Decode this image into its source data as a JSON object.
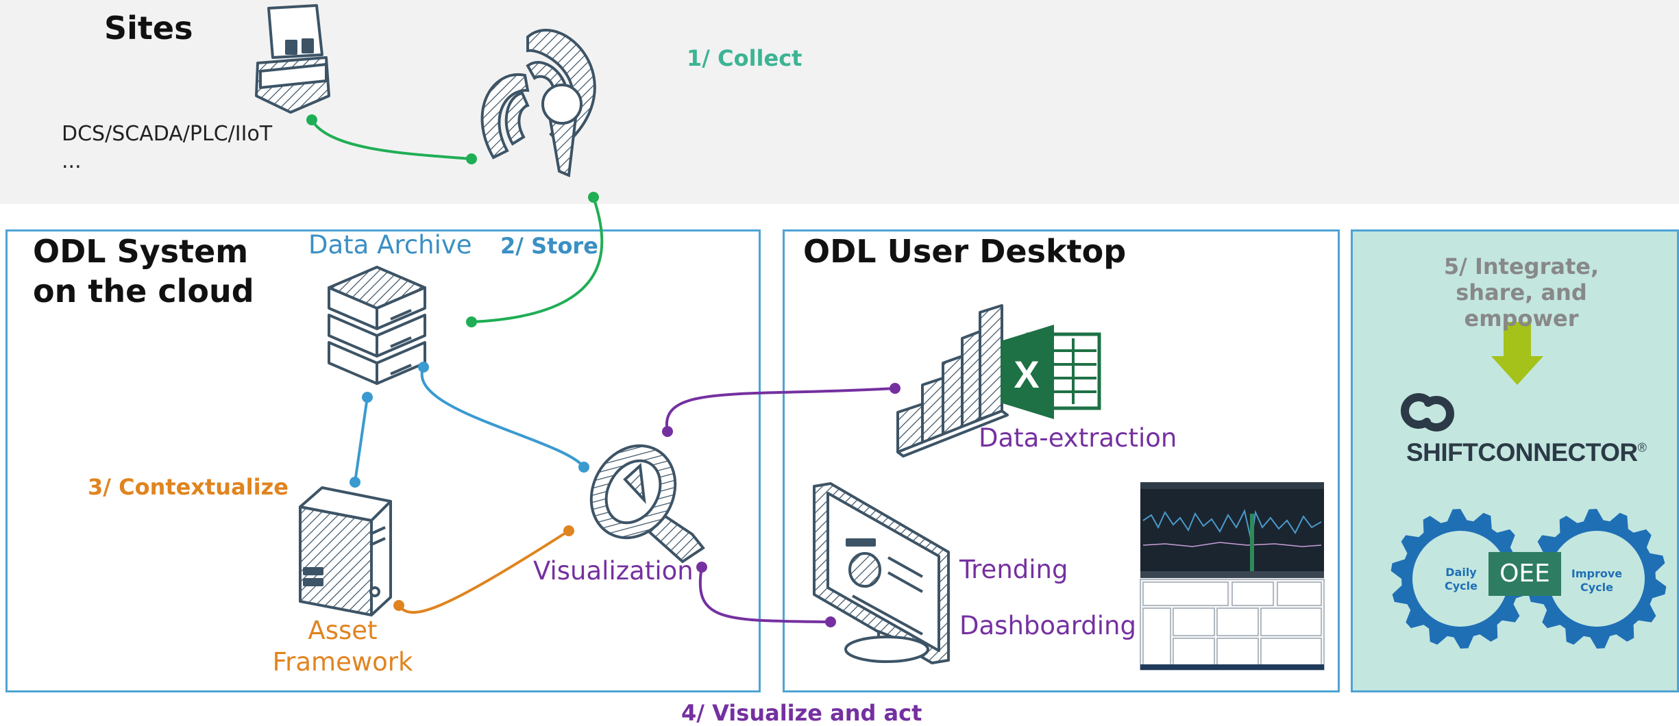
{
  "sites": {
    "title": "Sites",
    "systems": "DCS/SCADA/PLC/IIoT",
    "more": "..."
  },
  "steps": {
    "collect": "1/ Collect",
    "store": "2/ Store",
    "contextualize": "3/ Contextualize",
    "visualize": "4/ Visualize and act",
    "integrate": "5/ Integrate, share, and empower"
  },
  "cloud_panel": {
    "title": "ODL System on the cloud",
    "data_archive": "Data Archive",
    "asset_framework": "Asset Framework",
    "visualization": "Visualization"
  },
  "desktop_panel": {
    "title": "ODL User Desktop",
    "data_extraction": "Data-extraction",
    "trending": "Trending",
    "dashboarding": "Dashboarding"
  },
  "integration_panel": {
    "brand": "SHIFTCONNECTOR",
    "brand_mark": "®",
    "gear_left": "Daily Cycle",
    "gear_center": "OEE",
    "gear_right": "Improve Cycle"
  },
  "colors": {
    "collect": "#3cb494",
    "store": "#3a8fc4",
    "contextualize": "#e0841f",
    "visualize": "#7530a0",
    "panel_border": "#4ea3d4",
    "integration_bg": "#c3e6df",
    "gear": "#1f6fb5",
    "excel": "#1e7145"
  }
}
